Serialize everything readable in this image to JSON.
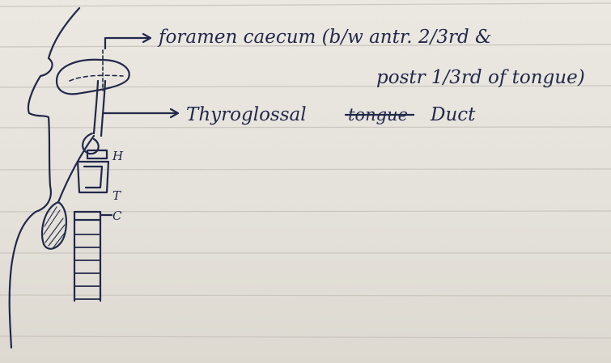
{
  "ink_color": "#22284a",
  "paper_color": "#e6e3dc",
  "rule_color": "#c9c6bf",
  "labels": {
    "foramen": "foramen caecum (b/w antr. 2/3rd &",
    "foramen_cont": "postr 1/3rd of tongue)",
    "duct": "Thyroglossal",
    "duct_struck": "tongue",
    "duct_end": "Duct",
    "h": "H",
    "t": "T",
    "c": "C"
  }
}
